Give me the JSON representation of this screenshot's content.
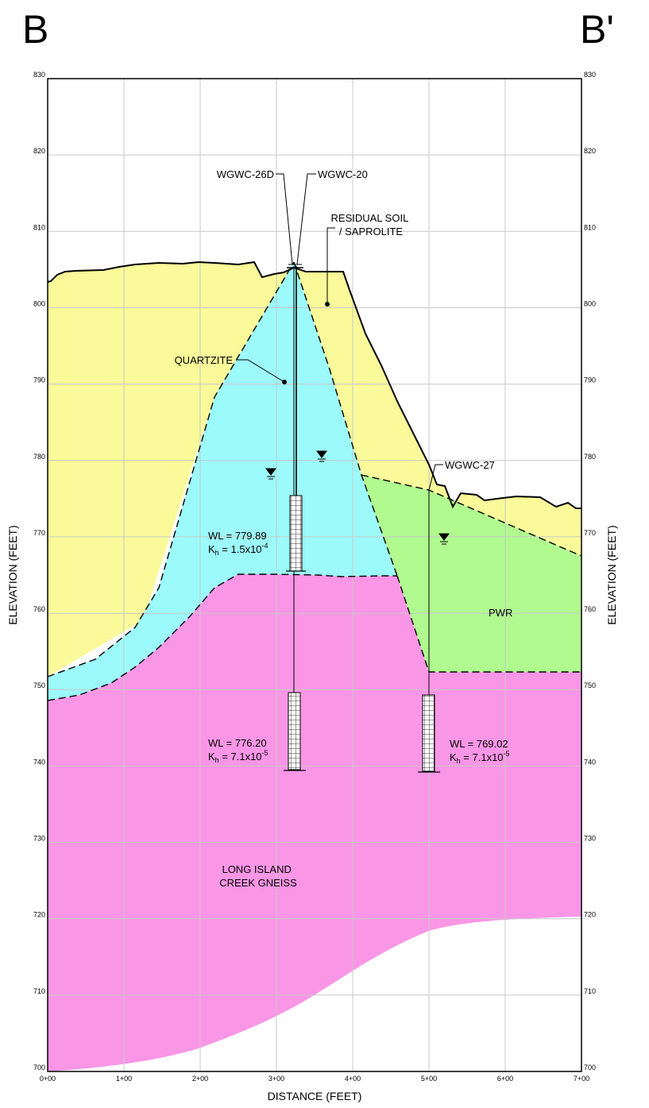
{
  "section": {
    "start_label": "B",
    "end_label": "B'",
    "xlabel": "DISTANCE (FEET)",
    "ylabel": "ELEVATION (FEET)"
  },
  "axes": {
    "x_ticks": [
      "0+00",
      "1+00",
      "2+00",
      "3+00",
      "4+00",
      "5+00",
      "6+00",
      "7+00"
    ],
    "y_ticks": [
      "700",
      "710",
      "720",
      "730",
      "740",
      "750",
      "760",
      "770",
      "780",
      "790",
      "800",
      "810",
      "820",
      "830"
    ],
    "x_range_ft": [
      0,
      700
    ],
    "y_range_ft": [
      700,
      830
    ],
    "grid": true
  },
  "units": {
    "residual_soil": {
      "label": "RESIDUAL SOIL\n/ SAPROLITE",
      "color": "#fafa9a"
    },
    "quartzite": {
      "label": "QUARTZITE",
      "color": "#9cfafa"
    },
    "pwr": {
      "label": "PWR",
      "color": "#b0fa90"
    },
    "gneiss": {
      "label": "LONG ISLAND\nCREEK GNEISS",
      "color": "#fa96e6"
    }
  },
  "wells": [
    {
      "id": "WGWC-26D"
    },
    {
      "id": "WGWC-20"
    },
    {
      "id": "WGWC-27"
    }
  ],
  "well_data": [
    {
      "wl": "WL = 779.89",
      "kh_prefix": "K",
      "kh_sub": "h",
      "kh_value": " = 1.5x10",
      "kh_exp": "-4"
    },
    {
      "wl": "WL = 776.20",
      "kh_prefix": "K",
      "kh_sub": "h",
      "kh_value": " = 7.1x10",
      "kh_exp": "-5"
    },
    {
      "wl": "WL = 769.02",
      "kh_prefix": "K",
      "kh_sub": "h",
      "kh_value": " = 7.1x10",
      "kh_exp": "-5"
    }
  ],
  "colors": {
    "boundary": "#000000",
    "grid": "#c8c8c8"
  }
}
